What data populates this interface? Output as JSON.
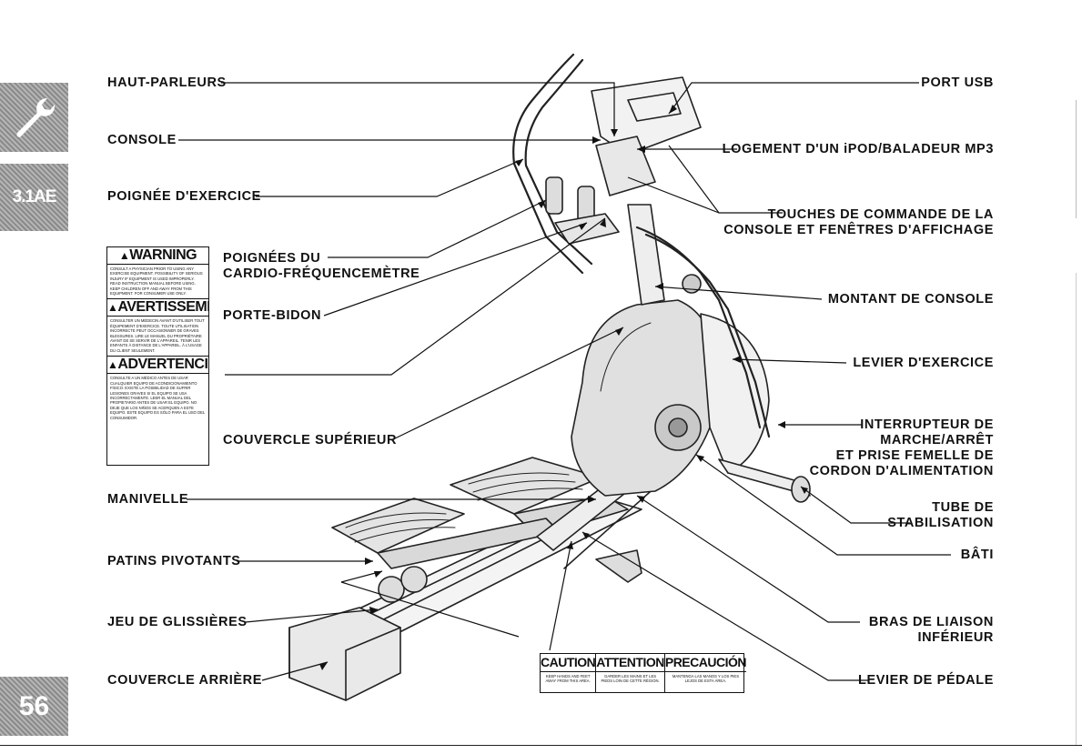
{
  "side_tabs": {
    "wrench_icon": "wrench-icon",
    "section_code": "3.1AE",
    "page_number": "56"
  },
  "labels": {
    "haut_parleurs": "HAUT-PARLEURS",
    "console": "CONSOLE",
    "poignee_exercice": "POIGNÉE D'EXERCICE",
    "poignees_cardio_line1": "POIGNÉES DU",
    "poignees_cardio_line2": "CARDIO-FRÉQUENCEMÈTRE",
    "porte_bidon": "PORTE-BIDON",
    "couvercle_superieur": "COUVERCLE SUPÉRIEUR",
    "manivelle": "MANIVELLE",
    "patins_pivotants": "PATINS PIVOTANTS",
    "jeu_de_glissieres": "JEU DE GLISSIÈRES",
    "couvercle_arriere": "COUVERCLE ARRIÈRE",
    "port_usb": "PORT USB",
    "logement_ipod": "LOGEMENT D'UN iPOD/BALADEUR MP3",
    "touches_line1": "TOUCHES DE COMMANDE DE LA",
    "touches_line2": "CONSOLE ET FENÊTRES D'AFFICHAGE",
    "montant_console": "MONTANT DE CONSOLE",
    "levier_exercice": "LEVIER D'EXERCICE",
    "interrupteur_line1": "INTERRUPTEUR DE",
    "interrupteur_line2": "MARCHE/ARRÊT",
    "interrupteur_line3": "ET PRISE FEMELLE DE",
    "interrupteur_line4": "CORDON D'ALIMENTATION",
    "tube_line1": "TUBE DE",
    "tube_line2": "STABILISATION",
    "bati": "BÂTI",
    "bras_line1": "BRAS DE LIAISON",
    "bras_line2": "INFÉRIEUR",
    "levier_pedale": "LEVIER DE PÉDALE"
  },
  "warning_label": {
    "warning_title": "WARNING",
    "warning_text": "Consult a physician prior to using any exercise equipment. Possibility of serious injury if equipment is used improperly. Read instruction manual before using. Keep children off and away from this equipment. For consumer use only.",
    "avertissement_title": "AVERTISSEMENT",
    "avertissement_text": "Consulter un médecin avant d'utiliser tout équipement d'exercice. Toute utilisation incorrecte peut occasionner de graves blessures. Lire le manuel du propriétaire avant de se servir de l'appareil. Tenir les enfants à distance de l'appareil. À l'usage du client seulement.",
    "advertencia_title": "ADVERTENCIA",
    "advertencia_text": "Consulte a un médico antes de usar cualquier equipo de acondicionamiento físico. Existe la posibilidad de sufrir lesiones graves si el equipo se usa incorrectamente. Leer el manual del propietario antes de usar el equipo. No deje que los niños se acerquen a este equipo. Este equipo es sólo para el uso del consumidor."
  },
  "caution_label": {
    "caution_title": "CAUTION",
    "caution_text": "Keep hands and feet away from this area.",
    "attention_title": "ATTENTION",
    "attention_text": "Garder les mains et les pieds loin de cette région.",
    "precaucion_title": "PRECAUCIÓN",
    "precaucion_text": "Mantenga las manos y los pies lejos de esta área."
  }
}
